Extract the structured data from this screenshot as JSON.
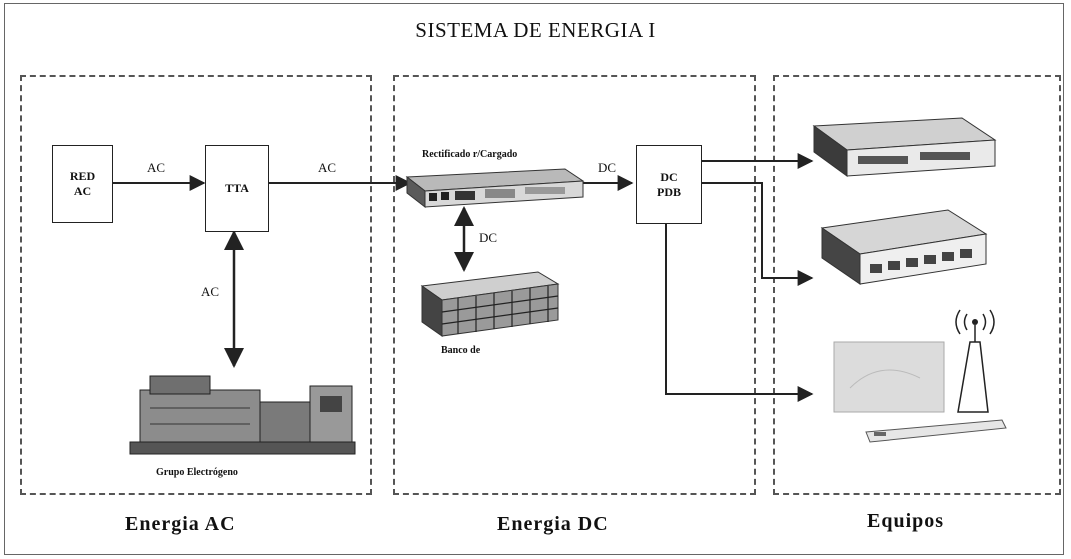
{
  "title": "SISTEMA DE ENERGIA I",
  "boxes": {
    "red_line1": "RED",
    "red_line2": "AC",
    "tta": "TTA",
    "dc_line1": "DC",
    "dc_line2": "PDB"
  },
  "labels": {
    "ac_red_tta": "AC",
    "ac_tta_rect": "AC",
    "ac_gen_tta": "AC",
    "dc_rect_pdb": "DC",
    "dc_rect_bat": "DC",
    "rectifier": "Rectificado r/Cargado",
    "battery": "Banco de",
    "generator": "Grupo Electrógeno"
  },
  "sections": {
    "ac": "Energia AC",
    "dc": "Energia DC",
    "eq": "Equipos"
  },
  "colors": {
    "line": "#222222",
    "dash": "#555555"
  }
}
